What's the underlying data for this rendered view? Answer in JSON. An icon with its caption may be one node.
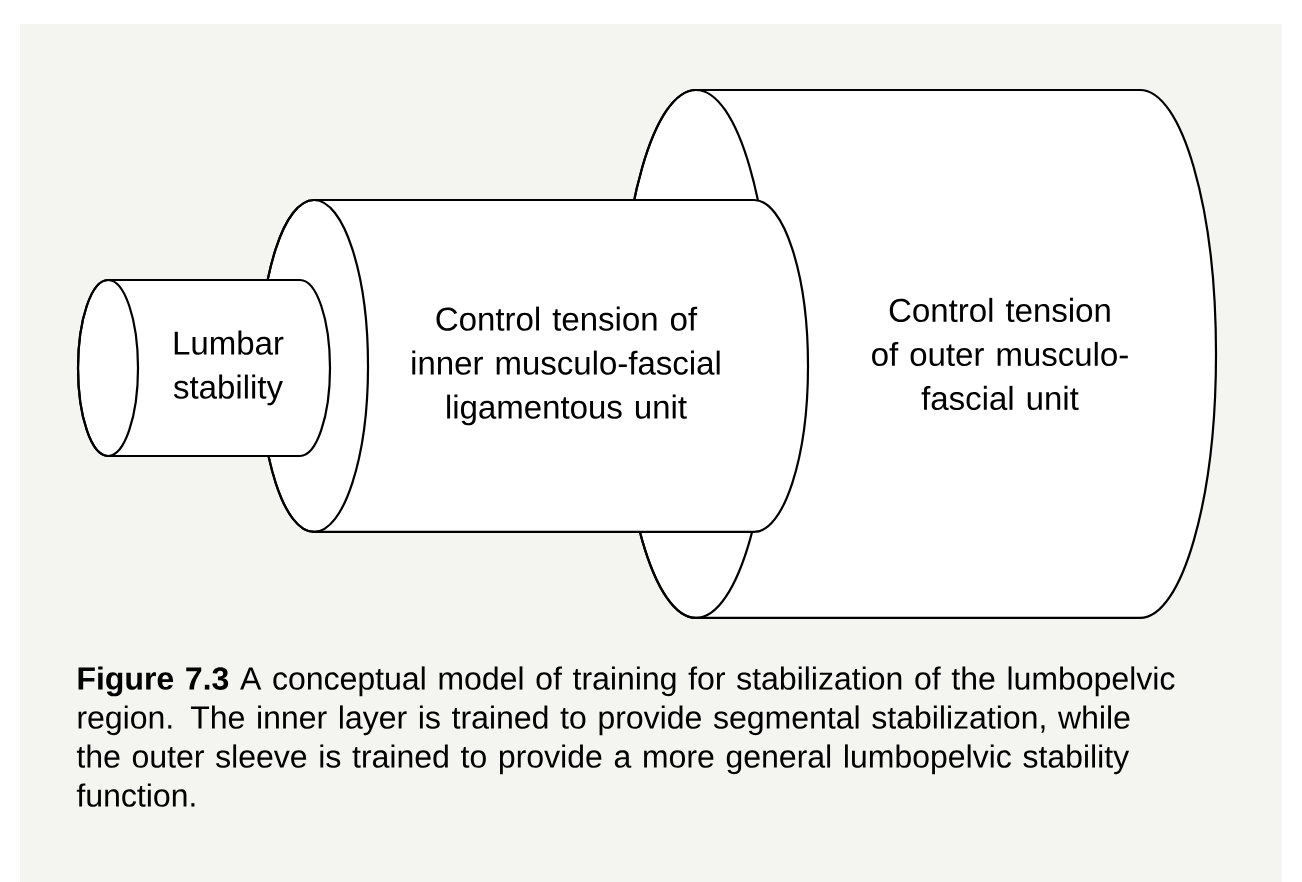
{
  "diagram": {
    "caption": "**Figure 7.3**    A conceptual model of training for stabilization of the lumbopelvic region. The inner layer is trained to provide segmental stabilization, while the outer sleeve is trained to provide a more general lumbopelvic stability function.",
    "nodes": [
      {
        "text": [
          "Lumbar stability"
        ]
      },
      {
        "text": [
          "Control tension of inner musculo-fascial ligamentous unit"
        ]
      },
      {
        "text": [
          "Control tension of outer musculo-fascial unit"
        ]
      }
    ]
  }
}
